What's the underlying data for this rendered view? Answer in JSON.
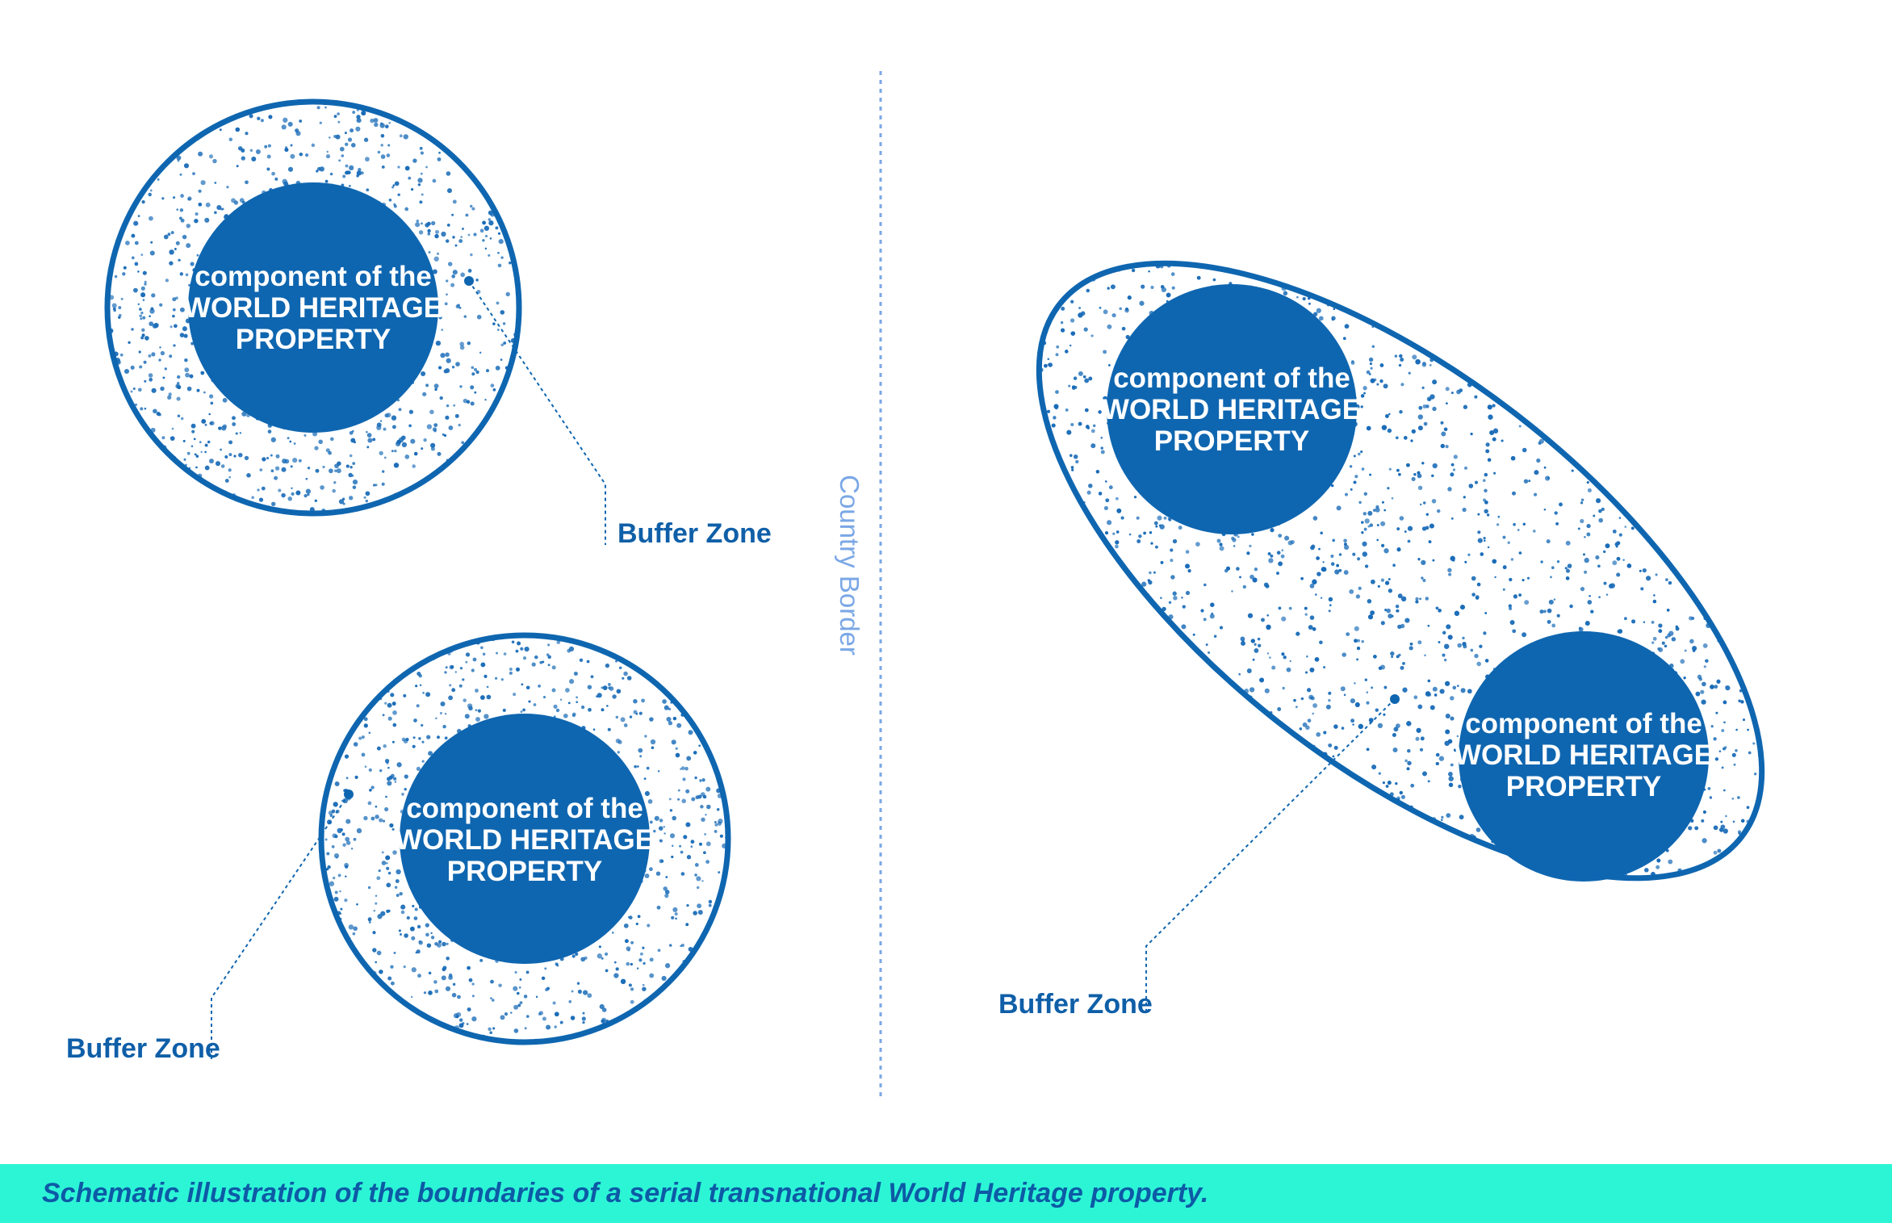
{
  "colors": {
    "primary_blue": "#0f66b0",
    "dot_blue": "#1a6cb8",
    "border_line": "#7aa7e6",
    "label_blue": "#0f5fa8",
    "caption_bg": "#2cf5d6",
    "caption_text": "#0d5aa6"
  },
  "diagram": {
    "core_label_lines": [
      "component of the",
      "WORLD HERITAGE",
      "PROPERTY"
    ],
    "buffer_zone_label": "Buffer Zone",
    "country_border_label": "Country Border"
  },
  "caption": {
    "text": "Schematic illustration of the boundaries of a serial transnational World Heritage property."
  }
}
